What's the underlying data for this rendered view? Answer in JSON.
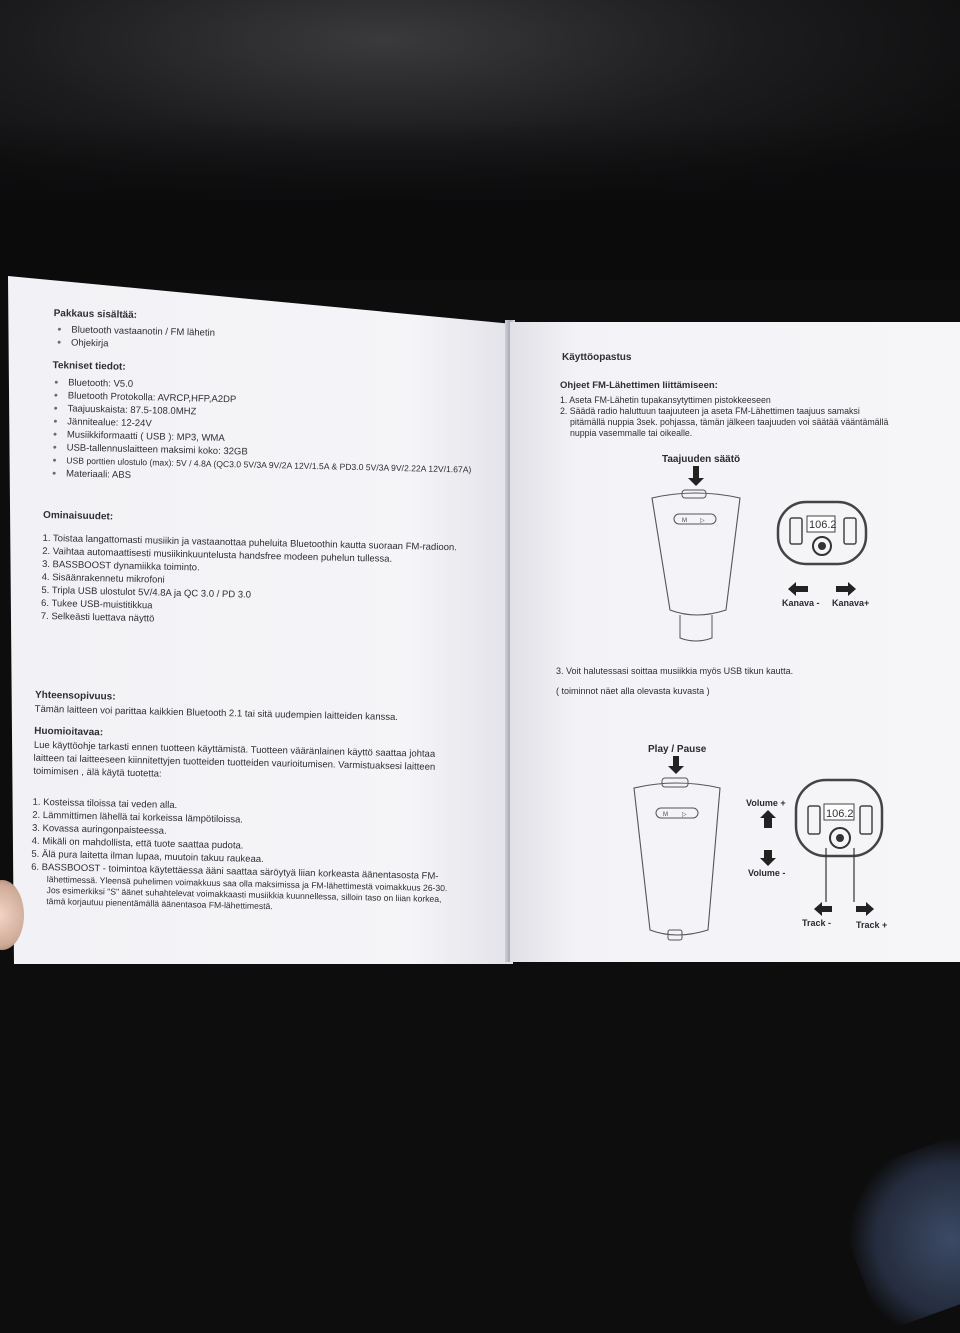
{
  "left": {
    "pakkaus_title": "Pakkaus sisältää:",
    "pakkaus_items": [
      "Bluetooth vastaanotin / FM lähetin",
      "Ohjekirja"
    ],
    "tekniset_title": "Tekniset tiedot:",
    "tekniset_items": [
      "Bluetooth: V5.0",
      "Bluetooth Protokolla: AVRCP,HFP,A2DP",
      "Taajuuskaista: 87.5-108.0MHZ",
      "Jännitealue: 12-24V",
      "Musiikkiformaatti ( USB ): MP3, WMA",
      "USB-tallennuslaitteen maksimi koko: 32GB",
      "USB porttien ulostulo (max): 5V / 4.8A (QC3.0 5V/3A 9V/2A 12V/1.5A & PD3.0 5V/3A  9V/2.22A  12V/1.67A)",
      "Materiaali: ABS"
    ],
    "ominaisuudet_title": "Ominaisuudet:",
    "ominaisuudet_items": [
      "1. Toistaa langattomasti musiikin ja vastaanottaa puheluita Bluetoothin kautta suoraan FM-radioon.",
      "2. Vaihtaa automaattisesti musiikinkuuntelusta handsfree modeen puhelun tullessa.",
      "3. BASSBOOST dynamiikka toiminto.",
      "4. Sisäänrakennetu mikrofoni",
      "5. Tripla USB ulostulot  5V/4.8A ja QC 3.0 / PD 3.0",
      "6. Tukee USB-muistitikkua",
      "7. Selkeästi luettava näyttö"
    ],
    "yhteensopivuus_title": "Yhteensopivuus:",
    "yhteensopivuus_text": "Tämän laitteen voi parittaa kaikkien Bluetooth 2.1 tai sitä uudempien laitteiden kanssa.",
    "huomioitavaa_title": "Huomioitavaa:",
    "huomioitavaa_lines": [
      "Lue käyttöohje tarkasti ennen tuotteen käyttämistä. Tuotteen vääränlainen käyttö saattaa johtaa",
      "laitteen tai laitteeseen kiinnitettyjen tuotteiden tuotteiden vaurioitumisen. Varmistuaksesi laitteen",
      "toimimisen , älä käytä tuotetta:"
    ],
    "warning_items": [
      "1.  Kosteissa tiloissa tai veden alla.",
      "2.  Lämmittimen lähellä tai korkeissa lämpötiloissa.",
      "3.  Kovassa auringonpaisteessa.",
      "4.  Mikäli on mahdollista, että tuote saattaa pudota.",
      "5.  Älä pura laitetta ilman lupaa, muutoin takuu raukeaa.",
      "6.  BASSBOOST - toimintoa käytettäessa ääni saattaa säröytyä liian korkeasta äänentasosta FM-"
    ],
    "warning_cont": [
      "lähettimessä. Yleensä puhelimen voimakkuus saa olla maksimissa ja FM-lähettimestä voimakkuus 26-30.",
      "Jos esimerkiksi \"S\" äänet suhahtelevat voimakkaasti musiikkia kuunnellessa, silloin taso on liian korkea,",
      "tämä korjautuu pienentämällä äänentasoa FM-lähettimestä."
    ]
  },
  "right": {
    "title": "Käyttöopastus",
    "subtitle": "Ohjeet FM-Lähettimen liittämiseen:",
    "steps": [
      "1.  Aseta FM-Lähetin tupakansytyttimen pistokkeeseen",
      "2.  Säädä radio haluttuun taajuuteen ja aseta FM-Lähettimen taajuus samaksi",
      "pitämällä nuppia 3sek. pohjassa, tämän jälkeen taajuuden voi säätää vääntämällä",
      "nuppia vasemmalle tai oikealle."
    ],
    "diagram1": {
      "knob_label": "Taajuuden säätö",
      "display": "106.2",
      "left_label": "Kanava -",
      "right_label": "Kanava+",
      "button_m": "M",
      "button_play": "▷"
    },
    "step3": "3. Voit halutessasi soittaa musiikkia myös USB tikun kautta.",
    "note": "( toiminnot näet alla olevasta kuvasta )",
    "diagram2": {
      "knob_label": "Play / Pause",
      "display": "106.2",
      "vol_up": "Volume +",
      "vol_down": "Volume -",
      "track_minus": "Track -",
      "track_plus": "Track +",
      "button_m": "M",
      "button_play": "▷"
    }
  }
}
